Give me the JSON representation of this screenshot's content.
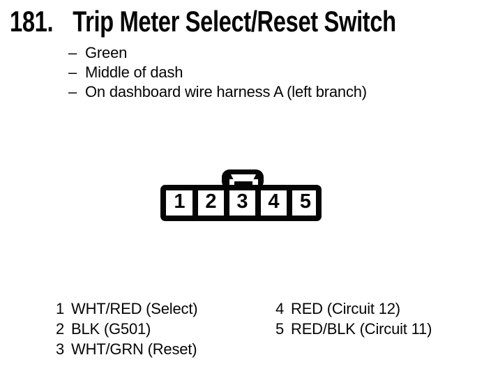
{
  "header": {
    "number": "181.",
    "title": "Trip Meter Select/Reset Switch"
  },
  "bullet_char": "–",
  "bullets": [
    "Green",
    "Middle of dash",
    "On dashboard wire harness A (left branch)"
  ],
  "connector": {
    "pins": [
      "1",
      "2",
      "3",
      "4",
      "5"
    ]
  },
  "legend": {
    "left": [
      {
        "pin": "1",
        "label": "WHT/RED (Select)"
      },
      {
        "pin": "2",
        "label": "BLK (G501)"
      },
      {
        "pin": "3",
        "label": "WHT/GRN (Reset)"
      }
    ],
    "right": [
      {
        "pin": "4",
        "label": "RED (Circuit 12)"
      },
      {
        "pin": "5",
        "label": "RED/BLK (Circuit 11)"
      }
    ]
  },
  "colors": {
    "ink": "#050505",
    "paper": "#ffffff"
  }
}
